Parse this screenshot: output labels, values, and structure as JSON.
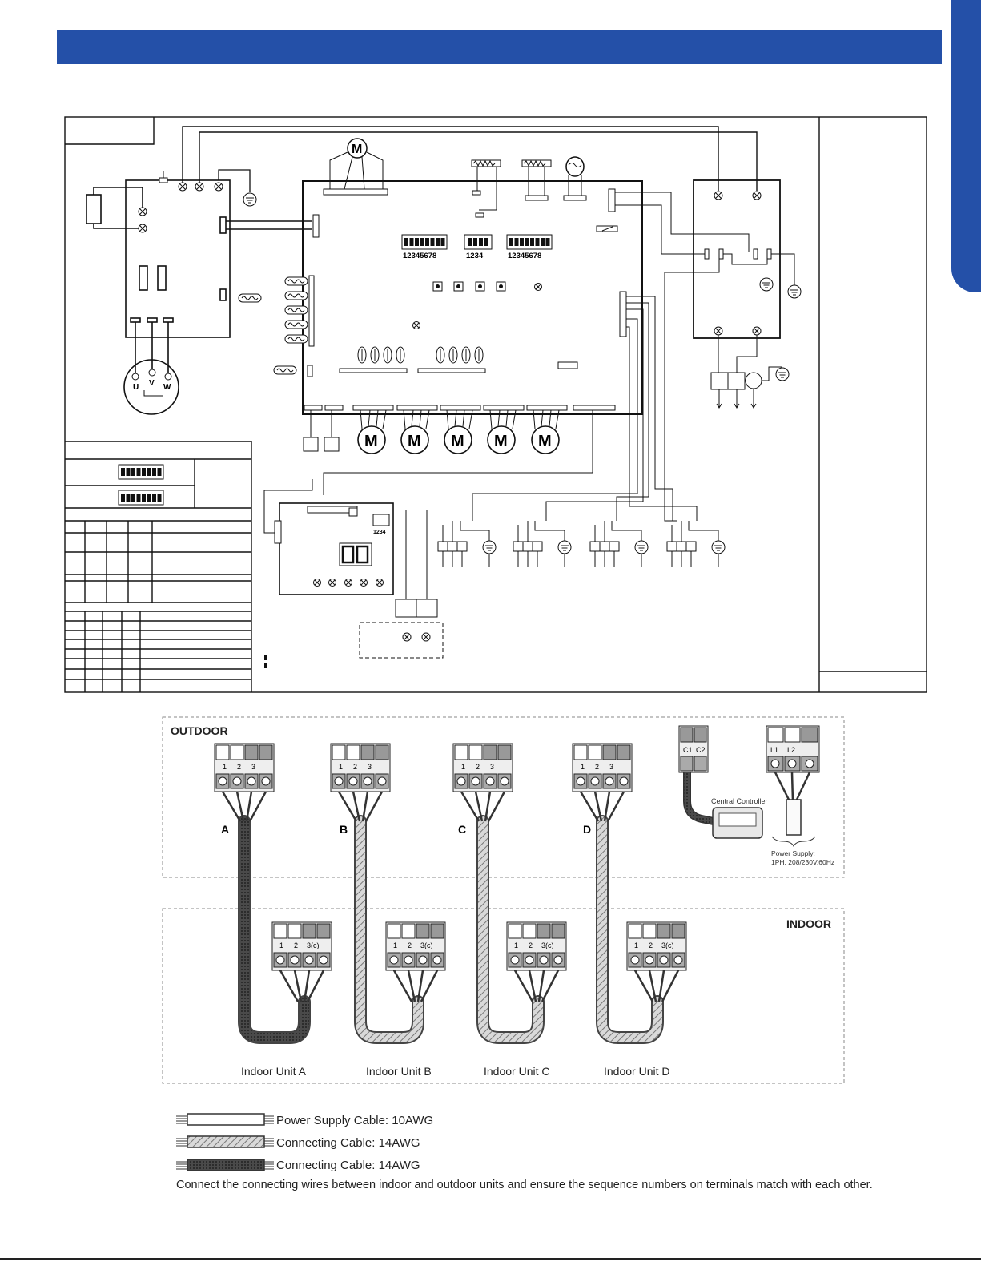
{
  "colors": {
    "brand_blue": "#2450a8",
    "line": "#111111",
    "cable_grey": "#666666"
  },
  "schematic": {
    "dip_labels": [
      "12345678",
      "1234",
      "12345678"
    ],
    "sub_board_dip": "1234",
    "motor_symbol": "M",
    "compressor_terminals": [
      "U",
      "V",
      "W"
    ]
  },
  "wiring": {
    "outdoor_label": "OUTDOOR",
    "indoor_label": "INDOOR",
    "outdoor_terminal_numbers": [
      "1",
      "2",
      "3"
    ],
    "indoor_terminal_numbers": [
      "1",
      "2",
      "3(c)"
    ],
    "unit_letters": [
      "A",
      "B",
      "C",
      "D"
    ],
    "indoor_units": [
      "Indoor Unit A",
      "Indoor Unit B",
      "Indoor Unit C",
      "Indoor Unit D"
    ],
    "central_controller_label": "Central Controller",
    "cc_terminals": [
      "C1",
      "C2"
    ],
    "power_terminals": [
      "L1",
      "L2"
    ],
    "power_supply_label": "Power Supply:",
    "power_supply_spec": "1PH, 208/230V,60Hz"
  },
  "legend": [
    {
      "type": "power",
      "text": "Power Supply Cable: 10AWG"
    },
    {
      "type": "striped",
      "text": "Connecting Cable: 14AWG"
    },
    {
      "type": "dark",
      "text": "Connecting Cable: 14AWG"
    }
  ],
  "note": "Connect the connecting wires between indoor and outdoor units and ensure the sequence numbers on terminals match with each other."
}
